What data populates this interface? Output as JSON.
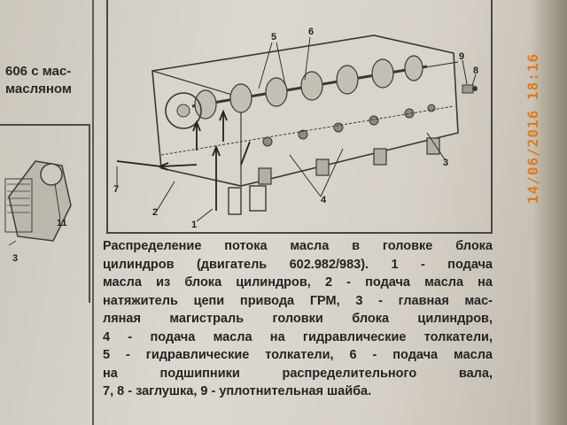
{
  "left_column": {
    "line1": "606 с мас-",
    "line2": "масляном",
    "callout_11": "11",
    "callout_3": "3"
  },
  "figure": {
    "callouts": {
      "c1": "1",
      "c2": "2",
      "c3": "3",
      "c4": "4",
      "c5": "5",
      "c6": "6",
      "c7": "7",
      "c8": "8",
      "c9": "9"
    }
  },
  "caption": {
    "lines": [
      "Распределение потока масла в головке блока",
      "цилиндров (двигатель 602.982/983). 1 - подача",
      "масла из блока цилиндров, 2 - подача масла на",
      "натяжитель цепи привода ГРМ, 3 - главная мас-",
      "ляная магистраль головки блока цилиндров,",
      "4 - подача масла на гидравлические толкатели,",
      "5 - гидравлические толкатели, 6 - подача масла",
      "на подшипники распределительного вала,",
      "7, 8 - заглушка, 9 - уплотнительная шайба."
    ]
  },
  "timestamp": "14/06/2016 18:16"
}
